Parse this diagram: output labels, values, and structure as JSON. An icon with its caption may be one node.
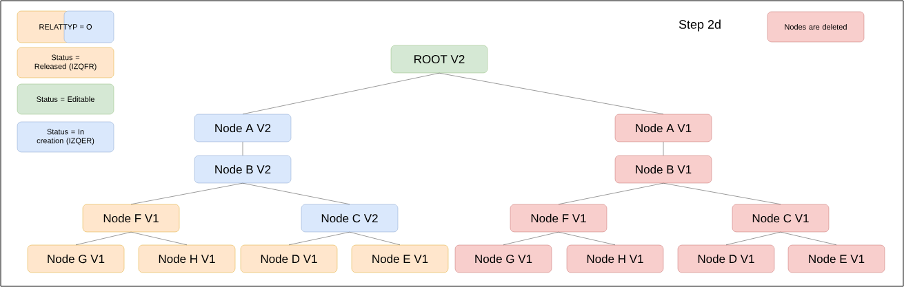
{
  "diagram": {
    "title": "Step 2d",
    "nodes": [
      {
        "text": [
          "ROOT V2"
        ]
      },
      {
        "text": [
          "Node A V2"
        ]
      },
      {
        "text": [
          "Node A V1"
        ]
      },
      {
        "text": [
          "Node B V2"
        ]
      },
      {
        "text": [
          "Node B V1"
        ]
      },
      {
        "text": [
          "Node F V1"
        ]
      },
      {
        "text": [
          "Node C V2"
        ]
      },
      {
        "text": [
          "Node F V1"
        ]
      },
      {
        "text": [
          "Node C V1"
        ]
      },
      {
        "text": [
          "Node G V1"
        ]
      },
      {
        "text": [
          "Node H V1"
        ]
      },
      {
        "text": [
          "Node D V1"
        ]
      },
      {
        "text": [
          "Node E V1"
        ]
      },
      {
        "text": [
          "Node G V1"
        ]
      },
      {
        "text": [
          "Node H V1"
        ]
      },
      {
        "text": [
          "Node D V1"
        ]
      },
      {
        "text": [
          "Node E V1"
        ]
      }
    ],
    "edges": [
      {
        "from": 0,
        "to": 1,
        "arrow": "none"
      },
      {
        "from": 0,
        "to": 2,
        "arrow": "none"
      },
      {
        "from": 1,
        "to": 3,
        "arrow": "none"
      },
      {
        "from": 2,
        "to": 4,
        "arrow": "none"
      },
      {
        "from": 3,
        "to": 5,
        "arrow": "none"
      },
      {
        "from": 3,
        "to": 6,
        "arrow": "none"
      },
      {
        "from": 4,
        "to": 7,
        "arrow": "none"
      },
      {
        "from": 4,
        "to": 8,
        "arrow": "none"
      },
      {
        "from": 5,
        "to": 9,
        "arrow": "none"
      },
      {
        "from": 5,
        "to": 10,
        "arrow": "none"
      },
      {
        "from": 6,
        "to": 11,
        "arrow": "none"
      },
      {
        "from": 6,
        "to": 12,
        "arrow": "none"
      },
      {
        "from": 7,
        "to": 13,
        "arrow": "none"
      },
      {
        "from": 7,
        "to": 14,
        "arrow": "none"
      },
      {
        "from": 8,
        "to": 15,
        "arrow": "none"
      },
      {
        "from": 8,
        "to": 16,
        "arrow": "none"
      }
    ],
    "legend": [
      {
        "text": "RELATTYP = O"
      },
      {
        "text": "Status = Released (IZQFR)",
        "color": "#ffe6cc"
      },
      {
        "text": "Status = Editable",
        "color": "#d5e8d4"
      },
      {
        "text": "Status = In creation (IZQER)",
        "color": "#dae8fc"
      },
      {
        "text": "Nodes are deleted",
        "color": "#f8cecc"
      }
    ]
  }
}
